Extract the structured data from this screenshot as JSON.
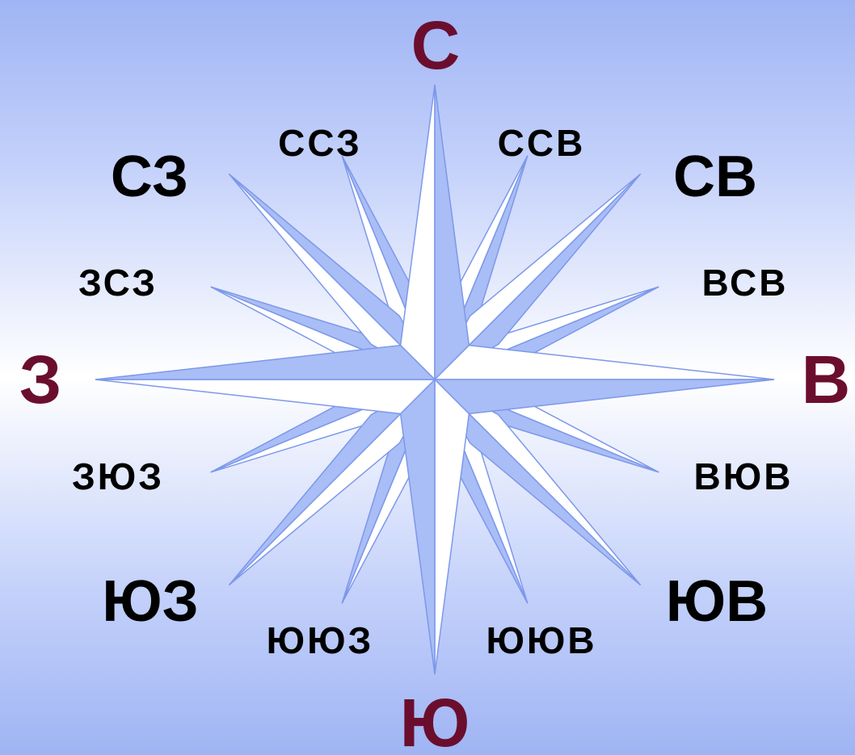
{
  "compass": {
    "cardinal": {
      "north": "С",
      "east": "В",
      "south": "Ю",
      "west": "З"
    },
    "intercardinal": {
      "northeast": "СВ",
      "southeast": "ЮВ",
      "southwest": "ЮЗ",
      "northwest": "СЗ"
    },
    "secondary": {
      "nne": "ССВ",
      "ene": "ВСВ",
      "ese": "ВЮВ",
      "sse": "ЮЮВ",
      "ssw": "ЮЮЗ",
      "wsw": "ЗЮЗ",
      "wnw": "ЗСЗ",
      "nnw": "ССЗ"
    }
  },
  "colors": {
    "background_edge": "#9fb4f4",
    "background_center": "#ffffff",
    "star_fill": "#a9bdf6",
    "star_light": "#ffffff",
    "star_stroke": "#7d98ea",
    "cardinal_label": "#6b0e2e",
    "other_label": "#000000"
  }
}
